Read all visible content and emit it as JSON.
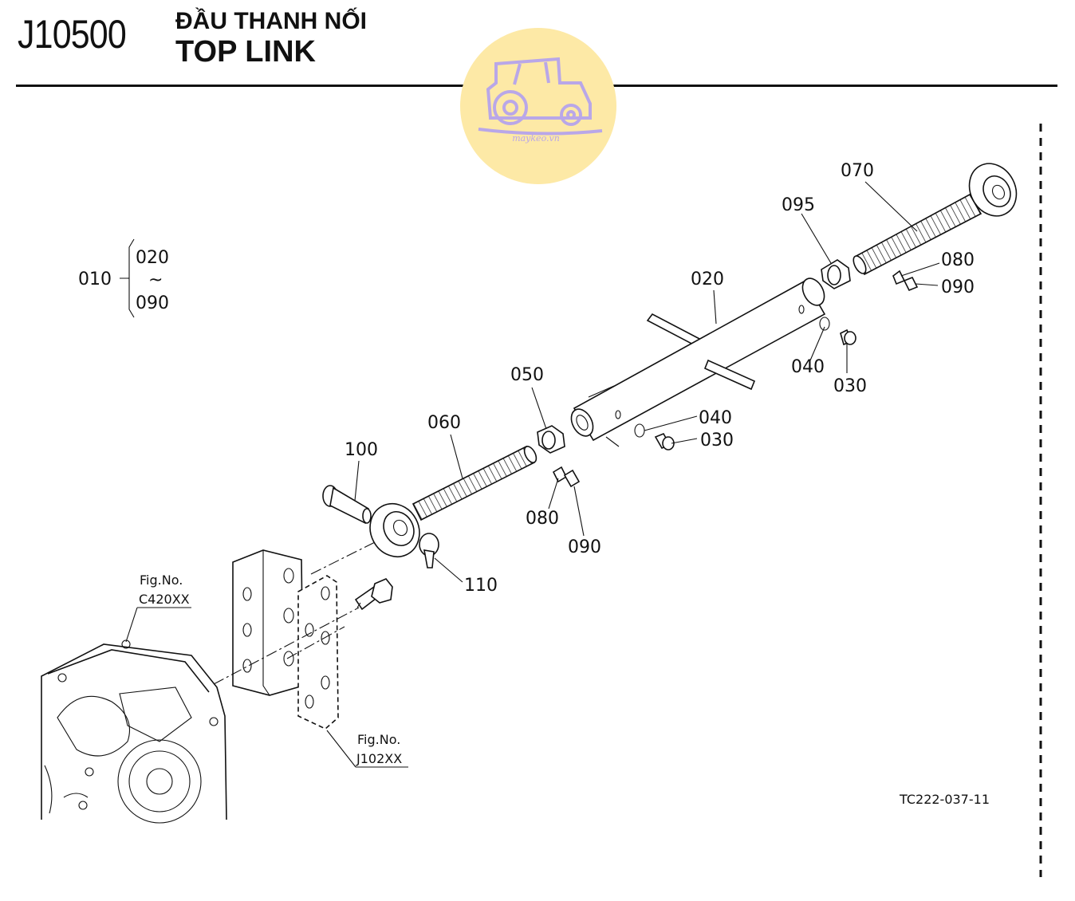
{
  "header": {
    "code": "J10500",
    "title_vn": "ĐẦU THANH NỐI",
    "title_en": "TOP LINK"
  },
  "watermark": {
    "text": "maykeo.vn",
    "icon": "tractor-icon",
    "color": "#fde9a6"
  },
  "assembly": {
    "ref": "010",
    "from": "020",
    "tilde": "~",
    "to": "090"
  },
  "callouts": {
    "p070": "070",
    "p095": "095",
    "p080a": "080",
    "p090a": "090",
    "p020": "020",
    "p040a": "040",
    "p030a": "030",
    "p050": "050",
    "p060": "060",
    "p040b": "040",
    "p030b": "030",
    "p100": "100",
    "p080b": "080",
    "p090b": "090",
    "p110": "110"
  },
  "figrefs": {
    "fig1_label": "Fig.No.",
    "fig1_code": "C420XX",
    "fig2_label": "Fig.No.",
    "fig2_code": "J102XX"
  },
  "drawing_code": "TC222-037-11"
}
